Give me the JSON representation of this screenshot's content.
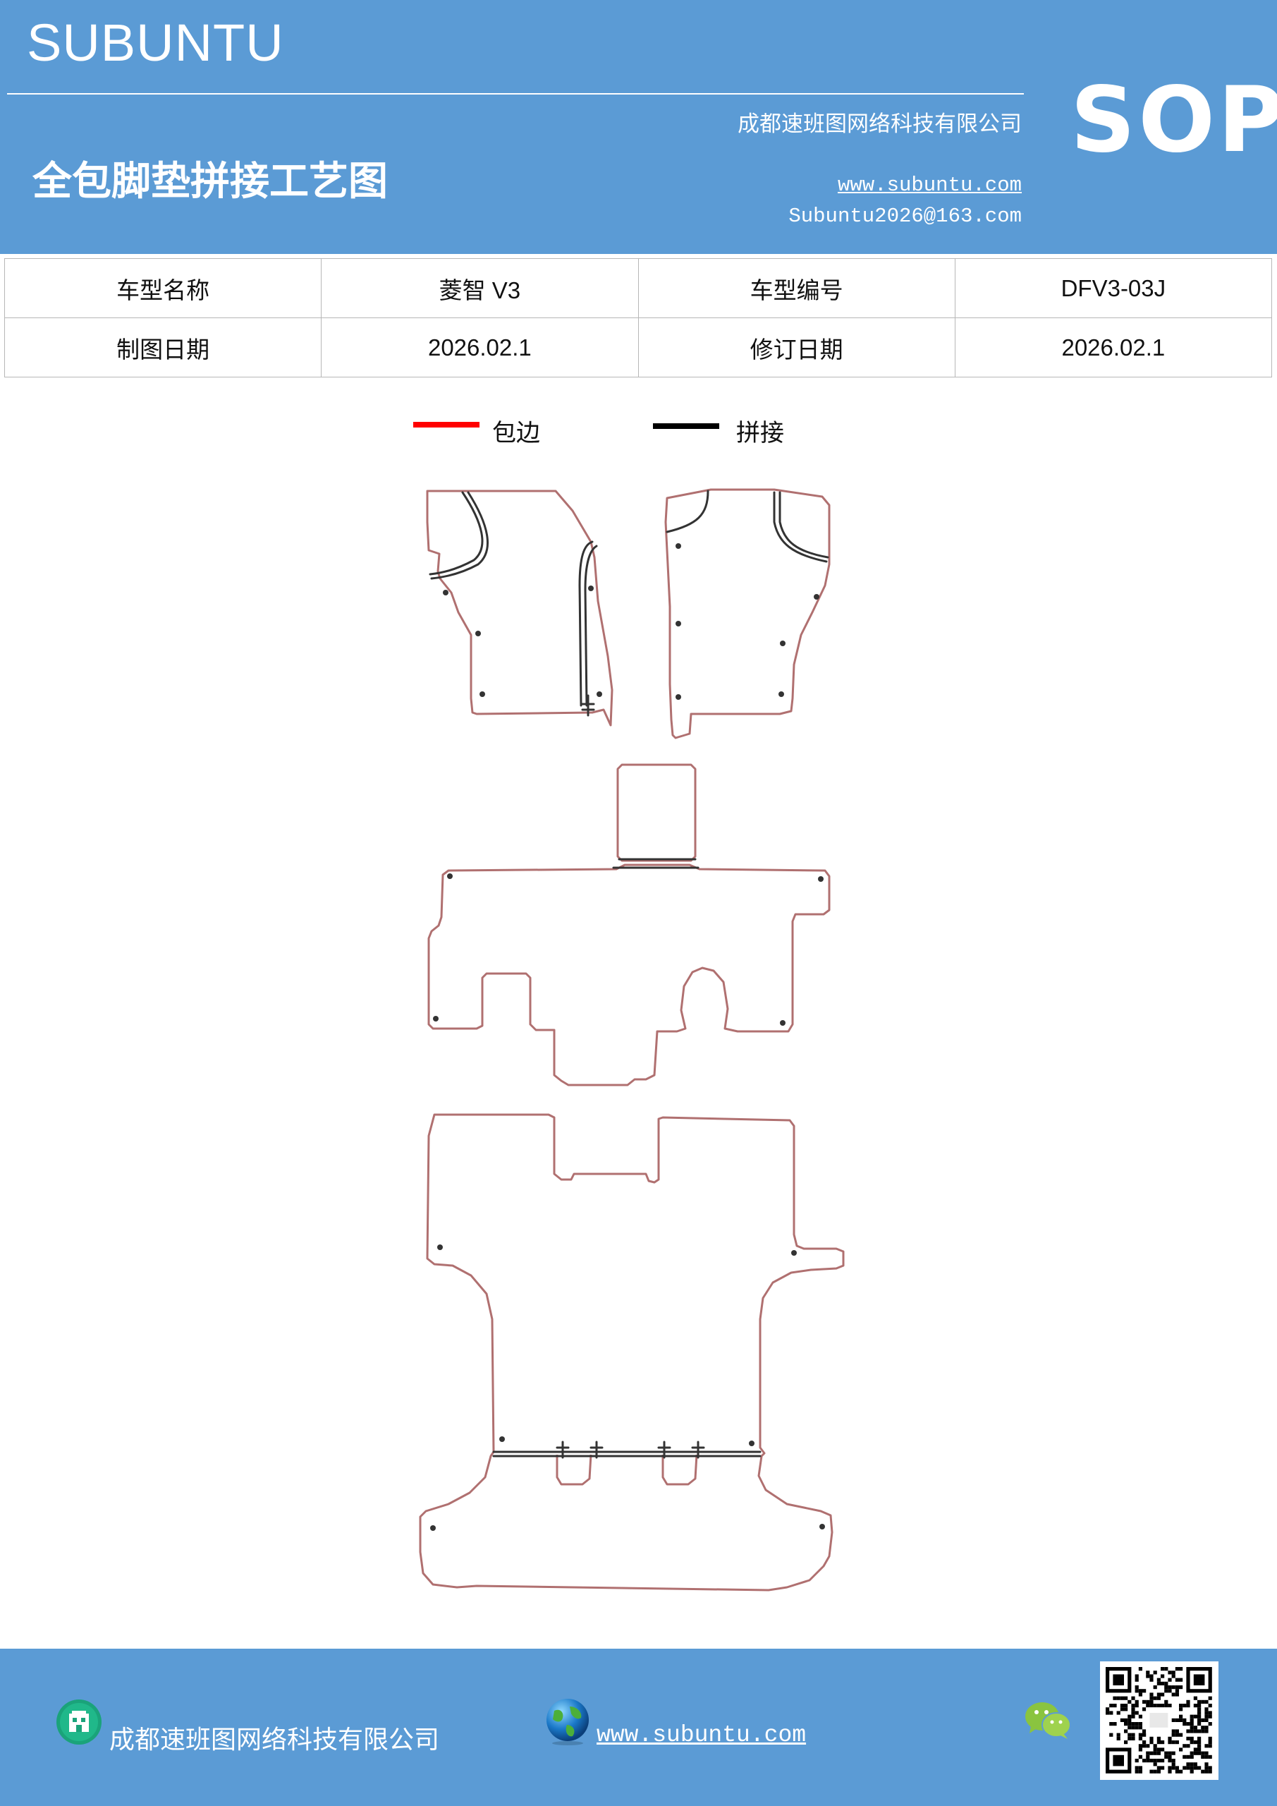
{
  "header": {
    "brand": "SUBUNTU",
    "company": "成都速班图网络科技有限公司",
    "title": "全包脚垫拼接工艺图",
    "website": "www.subuntu.com",
    "email": "Subuntu2026@163.com",
    "badge": "SOP"
  },
  "info": {
    "row1": {
      "model_name_label": "车型名称",
      "model_name": "菱智 V3",
      "model_code_label": "车型编号",
      "model_code": "DFV3-03J"
    },
    "row2": {
      "draw_date_label": "制图日期",
      "draw_date": "2026.02.1",
      "revise_date_label": "修订日期",
      "revise_date": "2026.02.1"
    }
  },
  "legend": {
    "edge_label": "包边",
    "edge_color": "#ff0000",
    "join_label": "拼接",
    "join_color": "#000000"
  },
  "diagram": {
    "outline_color": "#b07070",
    "seam_color": "#333333"
  },
  "footer": {
    "company": "成都速班图网络科技有限公司",
    "website": "www.subuntu.com",
    "icons": [
      "building-icon",
      "globe-icon",
      "wechat-icon",
      "qr-code"
    ]
  }
}
